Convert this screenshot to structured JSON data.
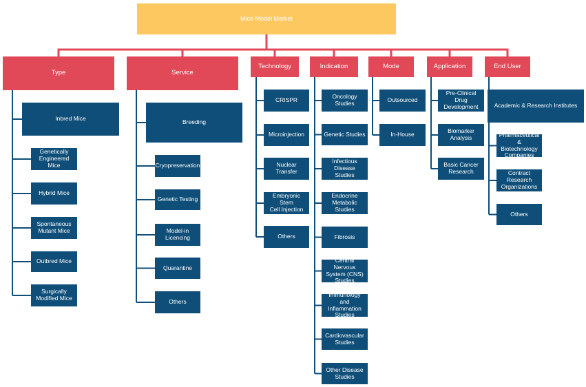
{
  "colors": {
    "root": "#FDC85F",
    "category": "#E14858",
    "leaf": "#0E4E78",
    "connector_top": "#E14858",
    "connector_sub": "#0E4E78"
  },
  "root": {
    "label": "Mice Model Market"
  },
  "categories": [
    {
      "id": "type",
      "label": "Type",
      "items": [
        "Inbred Mice",
        "Genetically\nEngineered Mice",
        "Hybrid Mice",
        "Spontaneous\nMutant Mice",
        "Outbred Mice",
        "Surgically\nModified Mice"
      ]
    },
    {
      "id": "service",
      "label": "Service",
      "items": [
        "Breeding",
        "Cryopreservation",
        "Genetic Testing",
        "Model-in\nLicencing",
        "Quarantine",
        "Others"
      ]
    },
    {
      "id": "technology",
      "label": "Technology",
      "items": [
        "CRISPR",
        "Microinjection",
        "Nuclear Transfer",
        "Embryonic Stem\nCell Injection",
        "Others"
      ]
    },
    {
      "id": "indication",
      "label": "Indication",
      "items": [
        "Oncology Studies",
        "Genetic Studies",
        "Infectious\nDisease Studies",
        "Endocrine\nMetabolic\nStudies",
        "Fibrosis",
        "Central Nervous\nSystem (CNS)\nStudies",
        "Immunology and\nInflammation\nStudies",
        "Cardiovascular\nStudies",
        "Other Disease\nStudies"
      ]
    },
    {
      "id": "mode",
      "label": "Mode",
      "items": [
        "Outsourced",
        "In-House"
      ]
    },
    {
      "id": "application",
      "label": "Application",
      "items": [
        "Pre-Clinical Drug\nDevelopment",
        "Biomarker\nAnalysis",
        "Basic Cancer\nResearch"
      ]
    },
    {
      "id": "end-user",
      "label": "End User",
      "items": [
        "Academic  & Research Institutes",
        "Pharmaceutical\n& Biotechnology\nCompanies",
        "Contract\nResearch\nOrganizations",
        "Others"
      ]
    }
  ]
}
